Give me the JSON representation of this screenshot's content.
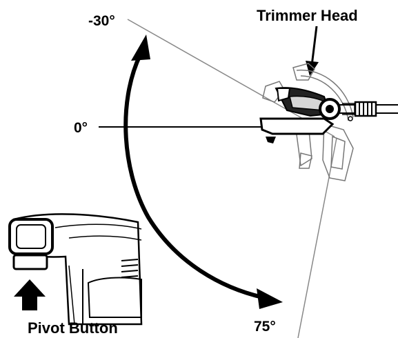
{
  "labels": {
    "angle_top": "-30°",
    "angle_mid": "0°",
    "angle_bottom": "75°",
    "trimmer_head": "Trimmer Head",
    "pivot_button": "Pivot Button"
  },
  "icons": {
    "trimmer_head": "hedge-trimmer-head-icon",
    "pivot_handle": "trimmer-handle-icon",
    "pivot_arrow": "arrow-up-icon",
    "rotation_arrow": "curved-double-arrow-icon",
    "pointer_arrow": "arrow-down-icon"
  },
  "colors": {
    "ink": "#000000",
    "guide_line": "#888888",
    "light_shade": "#d6d6d6"
  }
}
